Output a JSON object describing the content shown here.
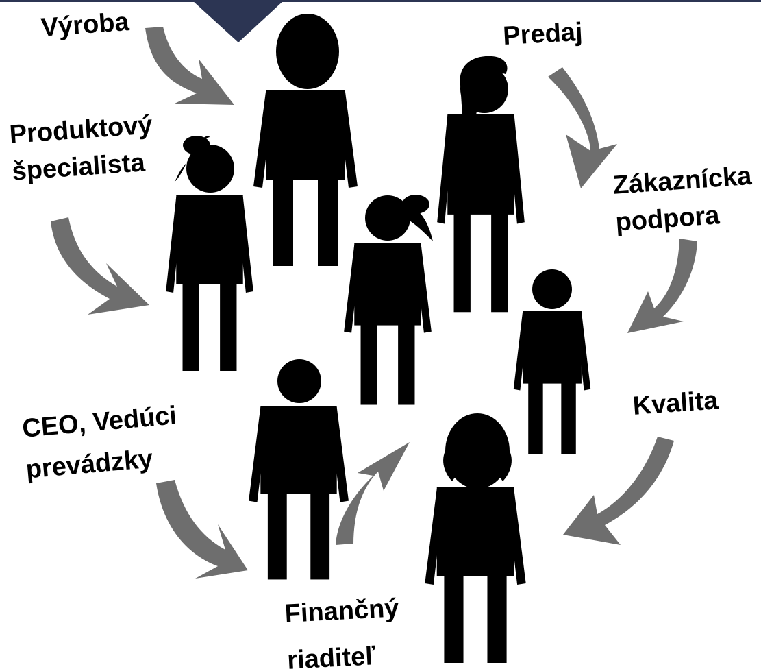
{
  "colors": {
    "background": "#ffffff",
    "top_bar": "#2c3553",
    "figure": "#000000",
    "arrow": "#6e6e6e",
    "text": "#000000"
  },
  "labels": {
    "vyroba": "Výroba",
    "predaj": "Predaj",
    "produktovy_specialista": [
      "Produktový",
      "špecialista"
    ],
    "zakaznicka_podpora": [
      "Zákaznícka",
      "podpora"
    ],
    "kvalita": "Kvalita",
    "ceo_veduci_prevadzky": [
      "CEO, Vedúci",
      "prevádzky"
    ],
    "financny_riaditel": [
      "Finančný",
      "riaditeľ"
    ]
  }
}
